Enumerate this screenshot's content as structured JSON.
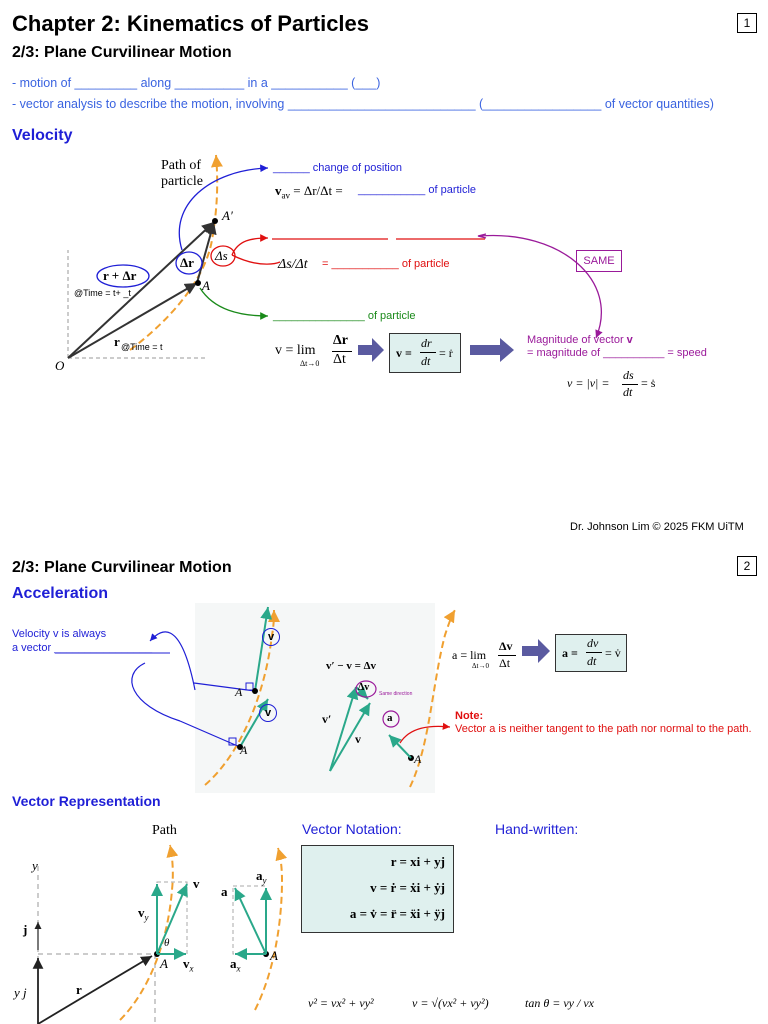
{
  "page1": {
    "title": "Chapter 2: Kinematics of Particles",
    "page_num": "1",
    "subtitle": "2/3: Plane Curvilinear Motion",
    "bullet1": "- motion of _________ along __________ in a ___________ (___)",
    "bullet2": "- vector analysis to describe the motion, involving ___________________________ (_________________ of vector quantities)",
    "section": "Velocity",
    "fig": {
      "path_label_1": "Path of",
      "path_label_2": "particle",
      "a_prime": "A′",
      "a": "A",
      "o": "O",
      "delta_r": "Δr",
      "delta_s": "Δs",
      "r_plus_dr": "r + Δr",
      "time_t_dt": "@Time = t+ _t",
      "r": "r",
      "time_t": "@Time = t",
      "change_pos": "______ change of position",
      "vav": "v",
      "vav_sub": "av",
      "vav_eq": " = Δr/Δt  =",
      "of_particle_1": "___________ of particle",
      "red_line": "_______________________  (________________)",
      "ds_dt": "Δs/Δt",
      "of_particle_2": "= ___________ of particle",
      "of_particle_3": "_______________ of particle",
      "same": "SAME",
      "v_eq": "v = lim",
      "lim_sub": "Δt→0",
      "frac_num": "Δr",
      "frac_den": "Δt",
      "box_v": "v =",
      "box_num": "dr",
      "box_den": "dt",
      "box_tail": "= ṙ",
      "mag1a": "Magnitude of vector ",
      "mag1b": "v",
      "mag2": "= magnitude of __________ = speed",
      "speed_eq_a": "v = |v| =",
      "speed_num": "ds",
      "speed_den": "dt",
      "speed_tail": "= ṡ"
    },
    "footer": "Dr. Johnson Lim © 2025 FKM UiTM"
  },
  "page2": {
    "subtitle": "2/3: Plane Curvilinear Motion",
    "page_num": "2",
    "section": "Acceleration",
    "vel_note_1": "Velocity v is always",
    "vel_note_2": "a vector ________________",
    "v_label": "v",
    "a_label": "A",
    "dv_eq": "v′ − v = Δv",
    "v_prime": "v′",
    "v_small": "v",
    "dv_circ": "Δv",
    "same_dir": "Same direction",
    "a_circ": "a",
    "note_title": "Note:",
    "note_body": "Vector a is neither tangent to the path nor normal to the path.",
    "acc_eq": "a = lim",
    "acc_lim_sub": "Δt→0",
    "acc_num": "Δv",
    "acc_den": "Δt",
    "acc_box_a": "a =",
    "acc_box_num": "dv",
    "acc_box_den": "dt",
    "acc_box_tail": "= v̇",
    "vecrep": "Vector Representation",
    "path": "Path",
    "y_axis": "y",
    "j": "j",
    "yj": "y j",
    "r": "r",
    "vy": "v",
    "vy_sub": "y",
    "vx": "v",
    "vx_sub": "x",
    "v_top": "v",
    "theta": "θ",
    "A1": "A",
    "ay": "a",
    "ay_sub": "y",
    "a_top": "a",
    "ax": "a",
    "ax_sub": "x",
    "A2": "A",
    "vec_notation": "Vector Notation:",
    "hand_written": "Hand-written:",
    "eq1": "r = xi + yj",
    "eq2": "v = ṙ = ẋi + ẏj",
    "eq3": "a = v̇ = r̈ = ẍi + ÿj",
    "bottom1": "v² = vx² + vy²",
    "bottom2": "v = √(vx² + vy²)",
    "bottom3": "tan θ = vy / vx"
  },
  "colors": {
    "heading_blue": "#1f1fd6",
    "note_blue": "#3a63e0",
    "red": "#e01010",
    "green": "#1a8a1a",
    "purple": "#9a1a9a",
    "teal": "#2aa88a",
    "orange": "#f0a030"
  }
}
